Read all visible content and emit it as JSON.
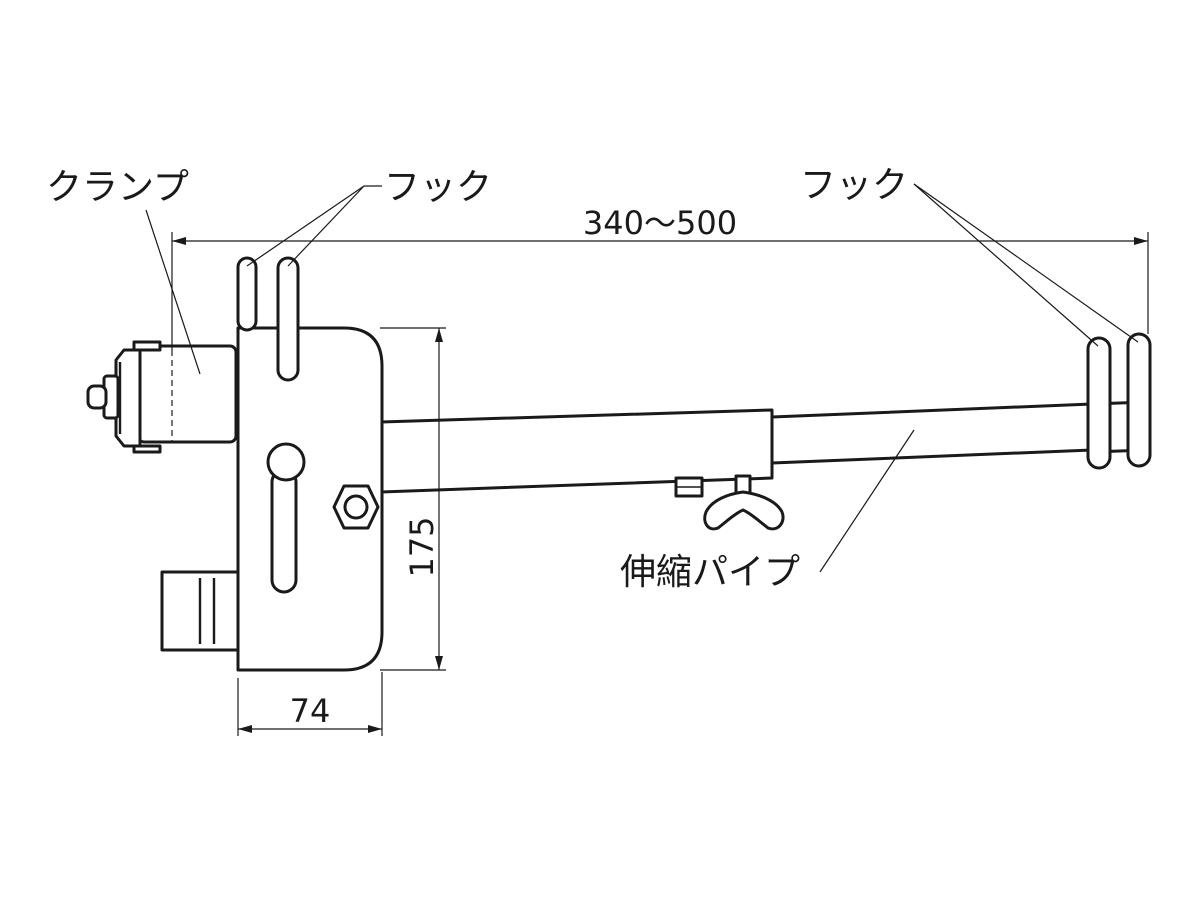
{
  "labels": {
    "clamp": "クランプ",
    "hook_left": "フック",
    "hook_right": "フック",
    "telescopic_pipe": "伸縮パイプ"
  },
  "dimensions": {
    "length": "340〜500",
    "height": "175",
    "width": "74"
  },
  "colors": {
    "line": "#1a1a1a",
    "background": "#ffffff"
  }
}
